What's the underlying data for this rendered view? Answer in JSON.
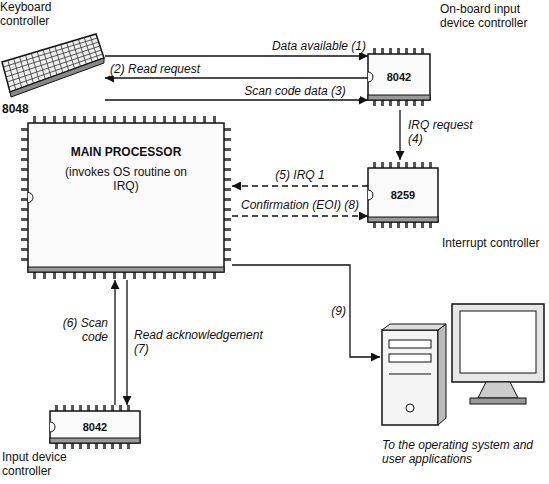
{
  "diagram": {
    "nodes": [
      {
        "text": [
          "Keyboard controller",
          "8048"
        ]
      },
      {
        "text": [
          "On-board input device controller",
          "8042"
        ]
      },
      {
        "text": [
          "8259",
          "Interrupt controller"
        ]
      },
      {
        "text": [
          "MAIN PROCESSOR",
          "(invokes OS routine on IRQ)"
        ]
      },
      {
        "text": [
          "8042",
          "Input device controller"
        ]
      },
      {
        "text": [
          "To the operating system and user applications"
        ]
      }
    ],
    "edges": [
      {
        "from": 0,
        "to": 1,
        "label": "Data available (1)",
        "arrow": "to"
      },
      {
        "from": 1,
        "to": 0,
        "label": "(2) Read request",
        "arrow": "to"
      },
      {
        "from": 0,
        "to": 1,
        "label": "Scan code data (3)",
        "arrow": "to"
      },
      {
        "from": 1,
        "to": 2,
        "label": "IRQ request (4)",
        "arrow": "to"
      },
      {
        "from": 2,
        "to": 3,
        "label": "(5) IRQ 1",
        "arrow": "to"
      },
      {
        "from": 4,
        "to": 3,
        "label": "(6) Scan code",
        "arrow": "to"
      },
      {
        "from": 3,
        "to": 4,
        "label": "Read acknowledgement (7)",
        "arrow": "to"
      },
      {
        "from": 3,
        "to": 2,
        "label": "Confirmation (EOI) (8)",
        "arrow": "to"
      },
      {
        "from": 3,
        "to": 5,
        "label": "(9)",
        "arrow": "to"
      }
    ]
  }
}
